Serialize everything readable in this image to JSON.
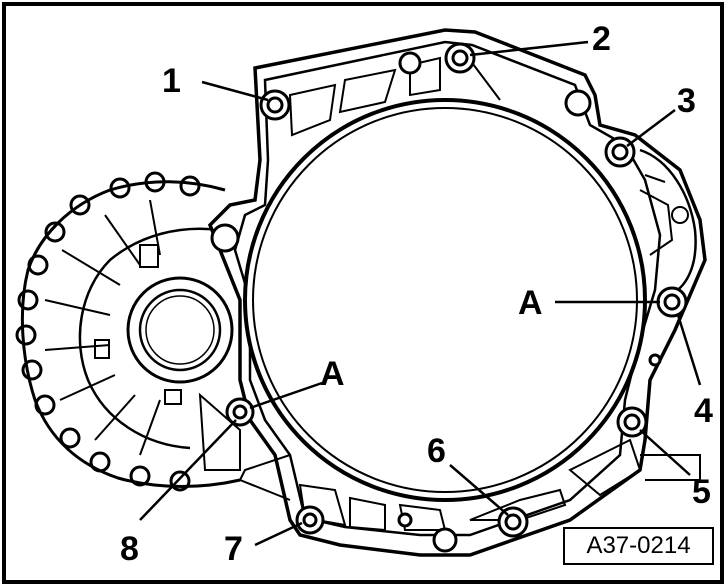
{
  "figure": {
    "labels": {
      "n1": "1",
      "n2": "2",
      "n3": "3",
      "n4": "4",
      "n5": "5",
      "n6": "6",
      "n7": "7",
      "n8": "8",
      "a_right": "A",
      "a_left": "A"
    },
    "reference": "A37-0214"
  }
}
